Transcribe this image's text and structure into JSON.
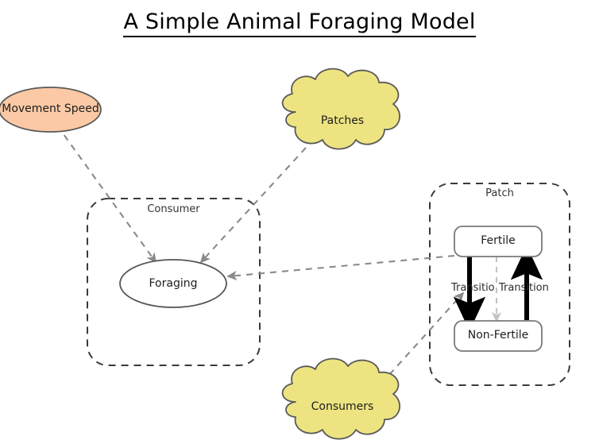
{
  "title": "A Simple Animal Foraging Model",
  "diagram": {
    "type": "conceptual-model-diagram",
    "containers": [
      {
        "id": "consumer",
        "label": "Consumer",
        "style": "dashed-rounded-box"
      },
      {
        "id": "patch",
        "label": "Patch",
        "style": "dashed-rounded-box"
      }
    ],
    "nodes": [
      {
        "id": "movement_speed",
        "label": "Movement Speed",
        "shape": "ellipse",
        "fill": "#FBC9A5",
        "stroke": "#595959"
      },
      {
        "id": "patches",
        "label": "Patches",
        "shape": "cloud",
        "fill": "#EDE481",
        "stroke": "#595959"
      },
      {
        "id": "consumers",
        "label": "Consumers",
        "shape": "cloud",
        "fill": "#EDE481",
        "stroke": "#595959"
      },
      {
        "id": "foraging",
        "label": "Foraging",
        "shape": "ellipse",
        "fill": "#FFFFFF",
        "stroke": "#555555",
        "parent": "consumer"
      },
      {
        "id": "fertile",
        "label": "Fertile",
        "shape": "rounded-rect",
        "fill": "#FFFFFF",
        "stroke": "#7a7a7a",
        "parent": "patch"
      },
      {
        "id": "non_fertile",
        "label": "Non-Fertile",
        "shape": "rounded-rect",
        "fill": "#FFFFFF",
        "stroke": "#7a7a7a",
        "parent": "patch"
      }
    ],
    "edge_labels": [
      {
        "id": "transition_left",
        "label": "Transitio"
      },
      {
        "id": "transition_right",
        "label": "Transition"
      }
    ],
    "edges": [
      {
        "from": "movement_speed",
        "to": "foraging",
        "style": "dashed",
        "color": "#8a8a8a",
        "arrow": true
      },
      {
        "from": "patches",
        "to": "foraging",
        "style": "dashed",
        "color": "#8a8a8a",
        "arrow": true
      },
      {
        "from": "fertile",
        "to": "foraging",
        "style": "dashed",
        "color": "#8a8a8a",
        "arrow": true
      },
      {
        "from": "consumers",
        "to": "non_fertile",
        "style": "dashed",
        "color": "#8a8a8a",
        "arrow": true
      },
      {
        "from": "fertile",
        "to": "non_fertile",
        "style": "solid",
        "color": "#000000",
        "arrow": true,
        "weight": "thick"
      },
      {
        "from": "non_fertile",
        "to": "fertile",
        "style": "solid",
        "color": "#000000",
        "arrow": true,
        "weight": "thick"
      },
      {
        "from": "fertile",
        "to": "non_fertile",
        "style": "dashed",
        "color": "#c0c0c0",
        "arrow": true
      }
    ]
  },
  "colors": {
    "background": "#FFFFFF",
    "cloud_fill": "#EDE481",
    "ellipse_fill": "#FBC9A5",
    "node_stroke": "#595959",
    "dashed_edge": "#8a8a8a",
    "solid_edge": "#000000",
    "faint_edge": "#c0c0c0",
    "title_text": "#000000"
  }
}
